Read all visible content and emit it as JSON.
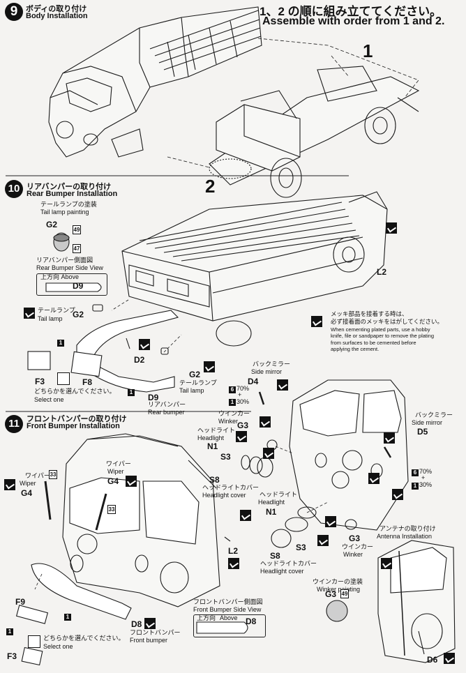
{
  "header": {
    "order_jp": "1、2 の順に組み立ててください。",
    "order_en": "Assemble with order from 1 and 2."
  },
  "step9": {
    "number": "9",
    "title_jp": "ボディの取り付け",
    "title_en": "Body Installation",
    "callout1": "1",
    "callout2": "2"
  },
  "step10": {
    "number": "10",
    "title_jp": "リアバンパーの取り付け",
    "title_en": "Rear Bumper Installation",
    "tail_paint_jp": "テールランプの塗装",
    "tail_paint_en": "Tail lamp painting",
    "g2": "G2",
    "c49": "49",
    "c47": "47",
    "side_view_jp": "リアバンパー側面図",
    "side_view_en": "Rear Bumper Side View",
    "above": "上方向 Above",
    "d9": "D9",
    "tail_jp": "テールランプ",
    "tail_en": "Tail lamp",
    "g2_left": "G2",
    "c1": "1",
    "f3": "F3",
    "f8": "F8",
    "select_jp": "どちらかを選んでください。",
    "select_en": "Select one",
    "d2": "D2",
    "g2_right": "G2",
    "tail_jp2": "テールランプ",
    "tail_en2": "Tail lamp",
    "c1b": "1",
    "d9_bottom": "D9",
    "rear_bumper_jp": "リアバンパー",
    "rear_bumper_en": "Rear bumper",
    "l2": "L2",
    "note_jp1": "メッキ部品を接着する時は、",
    "note_jp2": "必ず接着面のメッキをはがしてください。",
    "note_en": "When cementing plated parts, use a hobby knife, file or sandpaper to remove the plating from surfaces to be cemented before applying the cement."
  },
  "step11": {
    "number": "11",
    "title_jp": "フロントバンパーの取り付け",
    "title_en": "Front Bumper Installation",
    "mirror_jp_l": "バックミラー",
    "mirror_en_l": "Side mirror",
    "d4": "D4",
    "c6a": "6",
    "pct70a": "70%",
    "plus_a": "+",
    "c1a": "1",
    "pct30a": "30%",
    "winker_jp_l": "ウインカー",
    "winker_en_l": "Winker",
    "g3": "G3",
    "headlight_jp_l": "ヘッドライト",
    "headlight_en_l": "Headlight",
    "n1": "N1",
    "s3": "S3",
    "s8": "S8",
    "hcover_jp": "ヘッドライトカバー",
    "hcover_en": "Headlight cover",
    "mirror_jp_r": "バックミラー",
    "mirror_en_r": "Side mirror",
    "d5": "D5",
    "c6b": "6",
    "pct70b": "70%",
    "plus_b": "+",
    "c1b2": "1",
    "pct30b": "30%",
    "headlight_jp_r": "ヘッドライト",
    "headlight_en_r": "Headlight",
    "n1_r": "N1",
    "s3_r": "S3",
    "s8_r": "S8",
    "hcover_jp_r": "ヘッドライトカバー",
    "hcover_en_r": "Headlight cover",
    "g3_r": "G3",
    "winker_jp_r": "ウインカー",
    "winker_en_r": "Winker",
    "wiper_jp_l": "ワイパー",
    "wiper_en_l": "Wiper",
    "g4_l": "G4",
    "c33_l": "33",
    "wiper_jp_c": "ワイパー",
    "wiper_en_c": "Wiper",
    "g4_c": "G4",
    "c33_c": "33",
    "l2": "L2",
    "winker_paint_jp": "ウインカーの塗装",
    "winker_paint_en": "Winker painting",
    "g3_paint": "G3",
    "c49": "49",
    "antenna_jp": "アンテナの取り付け",
    "antenna_en": "Antenna Installation",
    "d6": "D6",
    "f9": "F9",
    "c1f": "1",
    "f3": "F3",
    "select_jp": "どちらかを選んでください。",
    "select_en": "Select one",
    "c1g": "1",
    "d8": "D8",
    "front_bumper_jp": "フロントバンパー",
    "front_bumper_en": "Front bumper",
    "front_side_jp": "フロントバンパー側面図",
    "front_side_en": "Front Bumper Side View",
    "above": "上方向",
    "above_en": "Above",
    "d8_side": "D8"
  }
}
